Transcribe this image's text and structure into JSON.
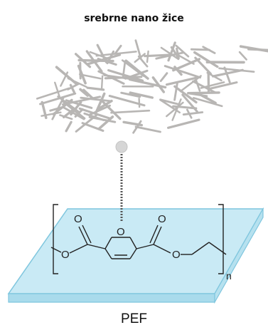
{
  "diagram": {
    "title": "srebrne nano žice",
    "substrate_label": "PEF",
    "repeat_subscript": "n",
    "atoms": {
      "carbonyl_left": "O",
      "ring_oxygen": "O",
      "carbonyl_right": "O",
      "ester_left": "O",
      "ester_right": "O"
    },
    "colors": {
      "nanowire": "#b8b6b4",
      "substrate_fill": "#c9eaf5",
      "substrate_edge": "#7fc6de",
      "substrate_side": "#a9dbec",
      "bond": "#222222",
      "bead": "#d6d6d6"
    }
  }
}
